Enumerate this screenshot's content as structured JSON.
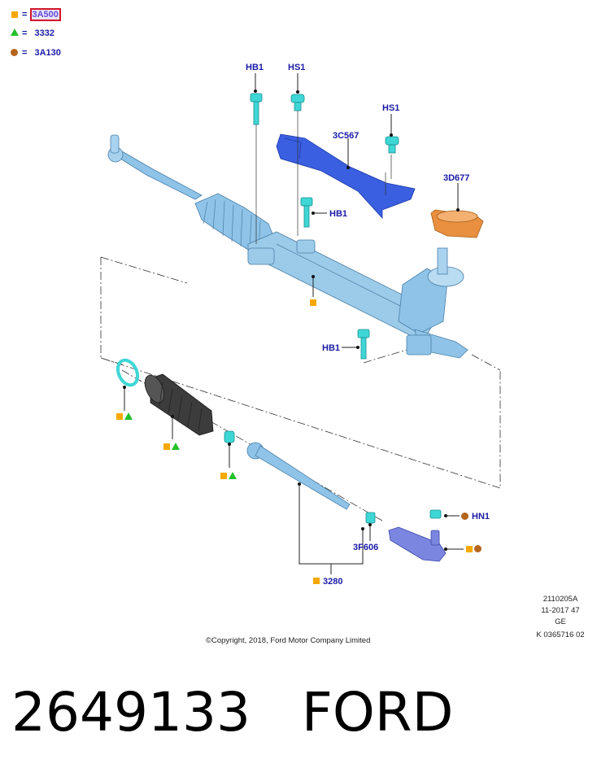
{
  "legend": {
    "equals": "=",
    "items": [
      {
        "symbol": "square",
        "code": "3A500"
      },
      {
        "symbol": "triangle",
        "code": "3332"
      },
      {
        "symbol": "circle",
        "code": "3A130"
      }
    ]
  },
  "callouts": {
    "hb1_top": "HB1",
    "hs1_top": "HS1",
    "hs1_right": "HS1",
    "c3c567": "3C567",
    "d3d677": "3D677",
    "hb1_mid": "HB1",
    "hb1_low": "HB1",
    "hn1": "HN1",
    "f3f606": "3F606",
    "p3280": "3280"
  },
  "identification": {
    "line1": "2110205A",
    "line2": "11-2017 47",
    "line3": "GE",
    "line4": "K 0365716 02"
  },
  "copyright": "©Copyright, 2018, Ford Motor Company Limited",
  "bottom_caption": "2649133   FORD",
  "colors": {
    "label_blue": "#1a1aa6",
    "square_orange": "#f5a800",
    "triangle_green": "#22c02a",
    "circle_brown": "#b5651d",
    "part_blue": "#8fc4e8",
    "bracket_blue": "#3a5fe0",
    "fastener_cyan": "#3fd6d6",
    "seal_orange": "#e89040",
    "boot_dark": "#3c3c3c"
  }
}
